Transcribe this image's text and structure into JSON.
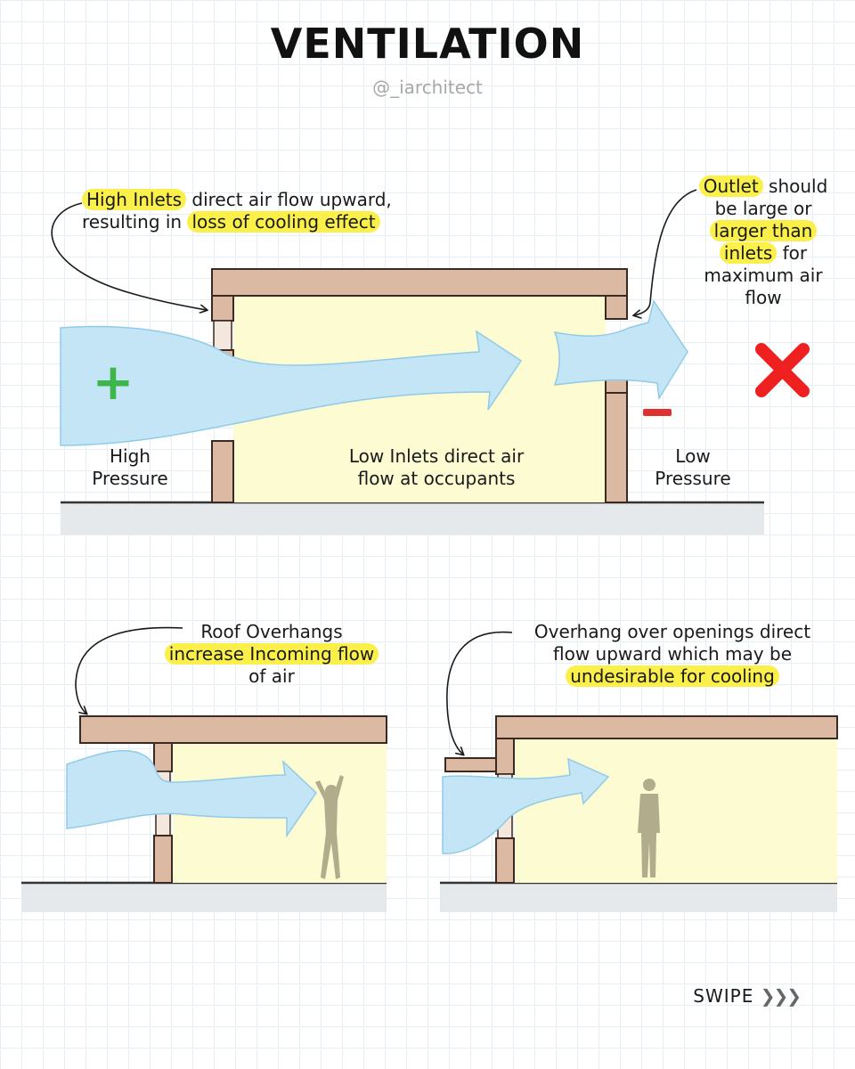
{
  "title": "VENTILATION",
  "handle": "@_iarchitect",
  "colors": {
    "wall": "#dbb9a3",
    "room": "#fdfbd2",
    "air": "#c4e5f5",
    "air_stroke": "#8fcbe8",
    "plus": "#3cb54a",
    "minus": "#e03131",
    "cross": "#ef2020",
    "highlight": "#fbf04a",
    "silhouette": "#b0ac8c"
  },
  "top_diagram": {
    "high_inlets_note": {
      "hl1": "High Inlets",
      "t1": " direct air flow upward,",
      "t2": "resulting in ",
      "hl2": "loss of cooling effect"
    },
    "outlet_note": {
      "hl1": "Outlet",
      "t1": " should",
      "t2": "be large or",
      "hl2": "larger than",
      "hl3": "inlets",
      "t3": " for",
      "t4": "maximum air",
      "t5": "flow"
    },
    "plus_sign": "+",
    "minus_sign": "−",
    "high_pressure": {
      "l1": "High",
      "l2": "Pressure"
    },
    "low_pressure": {
      "l1": "Low",
      "l2": "Pressure"
    },
    "low_inlets_note": {
      "l1": "Low Inlets direct air",
      "l2": "flow at occupants"
    }
  },
  "bottom_left": {
    "t1": "Roof Overhangs",
    "hl": "increase Incoming flow",
    "t2": "of air"
  },
  "bottom_right": {
    "t1": "Overhang over openings direct",
    "t2": "flow upward which may be",
    "hl": "undesirable for cooling"
  },
  "swipe": {
    "label": "SWIPE",
    "arrows": "❯❯❯"
  }
}
